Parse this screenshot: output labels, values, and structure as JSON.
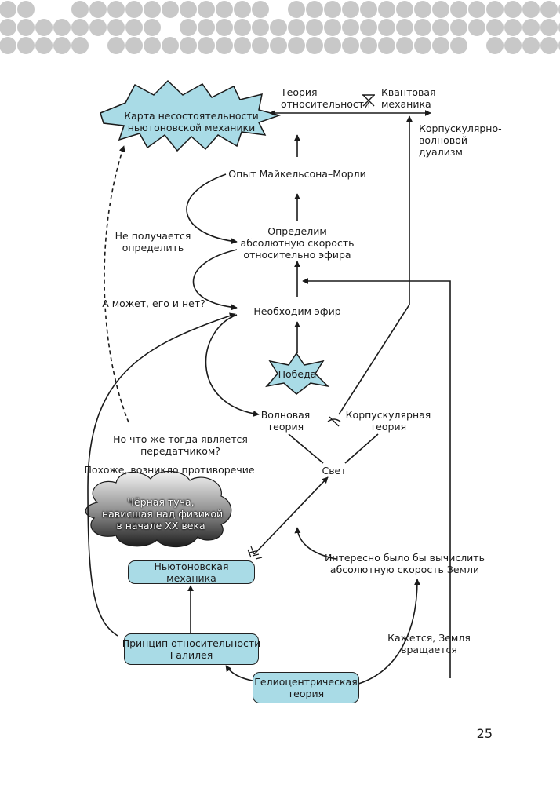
{
  "nodes": {
    "map_burst": "Карта несостоятельности\nньютоновской механики",
    "relativity": "Теория\nотносительности",
    "quantum": "Квантовая\nмеханика",
    "wave_particle": "Корпускулярно-\nволновой\nдуализм",
    "michelson": "Опыт Майкельсона–Морли",
    "cant_determine": "Не получается\nопределить",
    "determine_speed": "Определим\nабсолютную скорость\nотносительно эфира",
    "maybe_none": "А может, его и нет?",
    "ether_needed": "Необходим эфир",
    "victory": "Победа",
    "wave_theory": "Волновая\nтеория",
    "corpuscular_theory": "Корпускулярная\nтеория",
    "transmitter_question": "Но что же тогда является\nпередатчиком?",
    "contradiction": "Похоже, возникло противоречие",
    "light": "Свет",
    "cloud": "Чёрная туча,\nнависшая над физикой\nв начале XX века",
    "newton": "Ньютоновская механика",
    "earth_speed": "Интересно было бы вычислить\nабсолютную скорость Земли",
    "galileo": "Принцип относительности\nГалилея",
    "earth_rotates": "Кажется, Земля\nвращается",
    "heliocentric": "Гелиоцентрическая\nтеория"
  },
  "page_number": "25",
  "colors": {
    "box_fill": "#a9dbe6",
    "line": "#1a1a1a",
    "dots": "#c8c8c8"
  }
}
